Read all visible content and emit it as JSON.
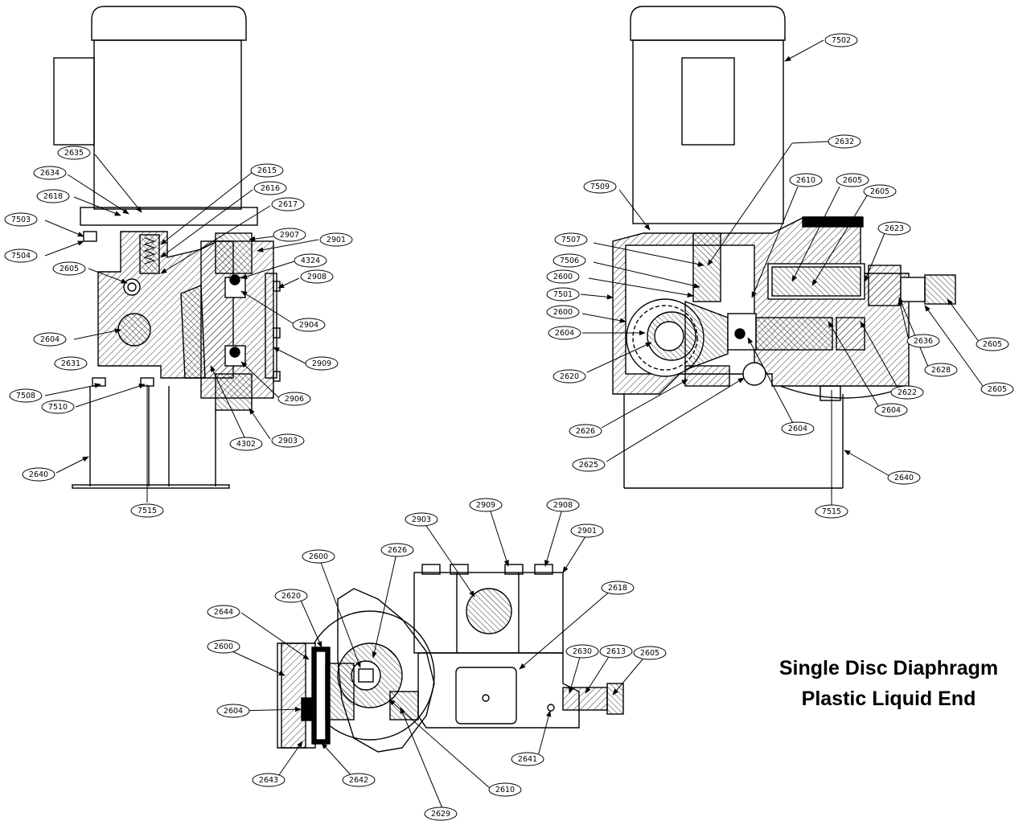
{
  "title": {
    "line1": "Single Disc Diaphragm",
    "line2": "Plastic Liquid End"
  },
  "views": {
    "side": {
      "callouts": [
        "2635",
        "2634",
        "2618",
        "7503",
        "7504",
        "2605",
        "2604",
        "2631",
        "7508",
        "7510",
        "2615",
        "2616",
        "2617",
        "2907",
        "2901",
        "4324",
        "2908",
        "2904",
        "2909",
        "2906",
        "4302",
        "2903",
        "2640",
        "7515"
      ]
    },
    "front": {
      "callouts": [
        "7502",
        "2632",
        "7509",
        "2610",
        "2605",
        "2605",
        "2623",
        "7507",
        "7506",
        "2600",
        "7501",
        "2600",
        "2604",
        "2620",
        "2626",
        "2625",
        "2604",
        "2604",
        "2622",
        "2636",
        "2628",
        "2605",
        "2605",
        "2640",
        "7515"
      ]
    },
    "top": {
      "callouts": [
        "2903",
        "2909",
        "2908",
        "2901",
        "2600",
        "2626",
        "2620",
        "2644",
        "2600",
        "2618",
        "2630",
        "2613",
        "2605",
        "2604",
        "2643",
        "2642",
        "2629",
        "2610",
        "2641"
      ]
    }
  }
}
